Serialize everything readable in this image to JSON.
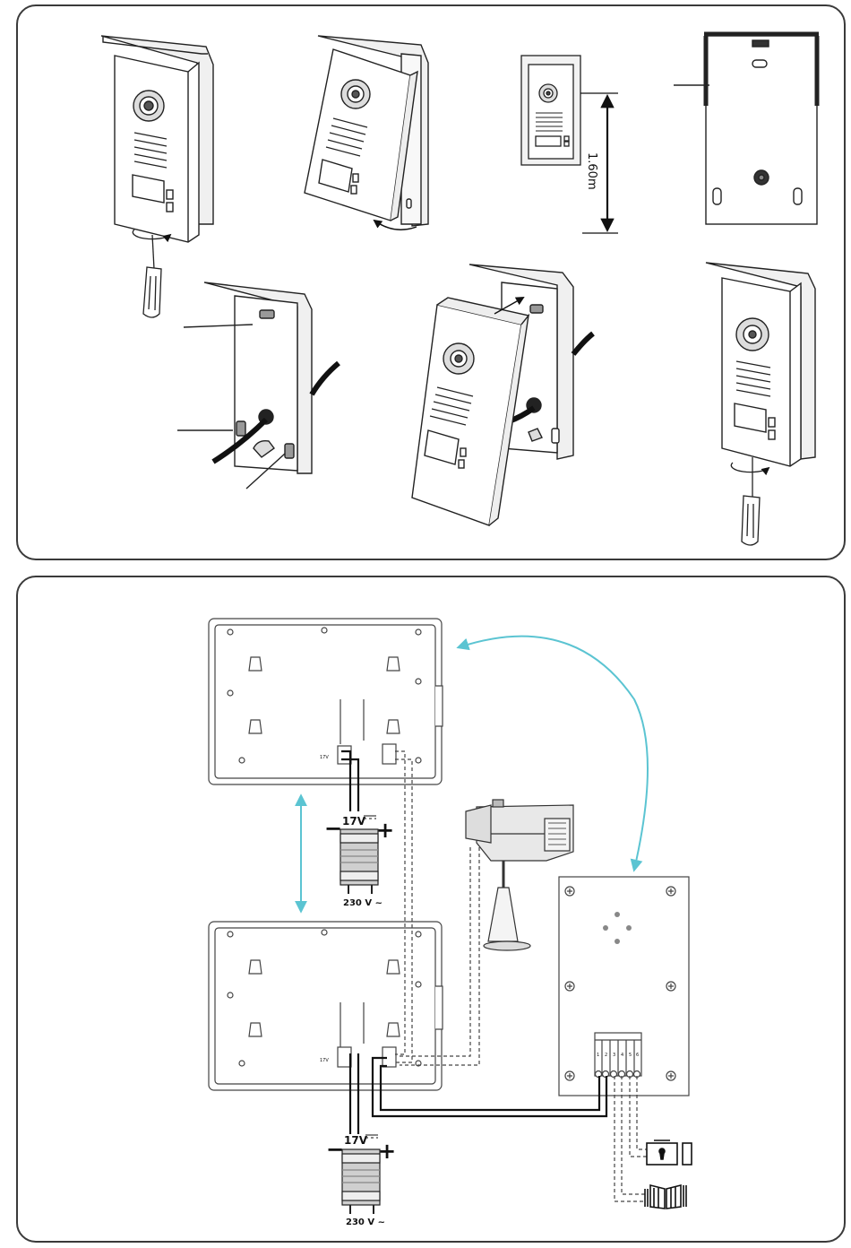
{
  "installation": {
    "height_label": "1.60m"
  },
  "wiring": {
    "psu_top": {
      "voltage_dc": "17V",
      "minus": "−",
      "plus": "+",
      "mains": "230 V ~"
    },
    "psu_bottom": {
      "voltage_dc": "17V",
      "minus": "−",
      "plus": "+",
      "mains": "230 V ~"
    },
    "monitor_terminal_label": "17V",
    "terminal_numbers": [
      "1",
      "2",
      "3",
      "4",
      "5",
      "6"
    ],
    "colors": {
      "accent_arrow": "#5bc4d2",
      "line": "#222222",
      "fill_light": "#f2f2f2"
    }
  }
}
